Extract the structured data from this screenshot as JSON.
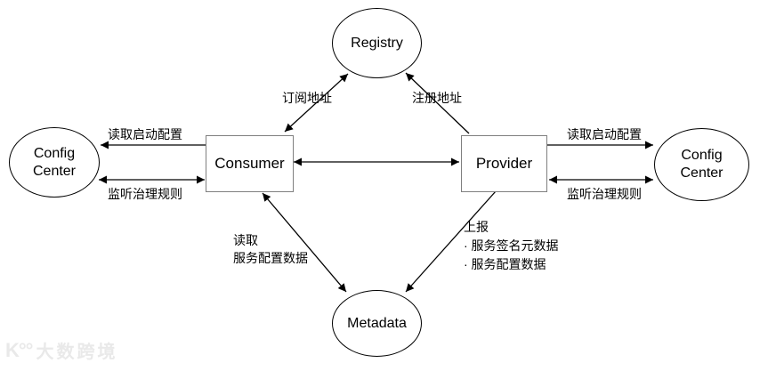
{
  "nodes": {
    "registry": {
      "label": "Registry"
    },
    "consumer": {
      "label": "Consumer"
    },
    "provider": {
      "label": "Provider"
    },
    "config_center_left": {
      "line1": "Config",
      "line2": "Center"
    },
    "config_center_right": {
      "line1": "Config",
      "line2": "Center"
    },
    "metadata": {
      "label": "Metadata"
    }
  },
  "edges": {
    "subscribe_address": {
      "label": "订阅地址",
      "from": "Consumer",
      "to": "Registry",
      "direction": "both"
    },
    "register_address": {
      "label": "注册地址",
      "from": "Provider",
      "to": "Registry",
      "direction": "to"
    },
    "read_boot_config_left": {
      "label": "读取启动配置",
      "from": "Consumer",
      "to": "Config Center (left)",
      "direction": "to"
    },
    "listen_governance_left": {
      "label": "监听治理规则",
      "from": "Consumer",
      "to": "Config Center (left)",
      "direction": "both"
    },
    "consumer_provider": {
      "label": "",
      "from": "Consumer",
      "to": "Provider",
      "direction": "both"
    },
    "read_boot_config_right": {
      "label": "读取启动配置",
      "from": "Provider",
      "to": "Config Center (right)",
      "direction": "to"
    },
    "listen_governance_right": {
      "label": "监听治理规则",
      "from": "Provider",
      "to": "Config Center (right)",
      "direction": "both"
    },
    "read_metadata": {
      "line1": "读取",
      "line2": "服务配置数据",
      "from": "Consumer",
      "to": "Metadata",
      "direction": "both"
    },
    "report_metadata": {
      "line1": "上报",
      "line2": "· 服务签名元数据",
      "line3": "· 服务配置数据",
      "from": "Provider",
      "to": "Metadata",
      "direction": "to"
    }
  },
  "watermark": {
    "logo": "K°°",
    "text": "大数跨境"
  },
  "colors": {
    "line": "#000000",
    "box_border": "#7f7f7f",
    "background": "#ffffff",
    "watermark": "#e9e9e9"
  }
}
